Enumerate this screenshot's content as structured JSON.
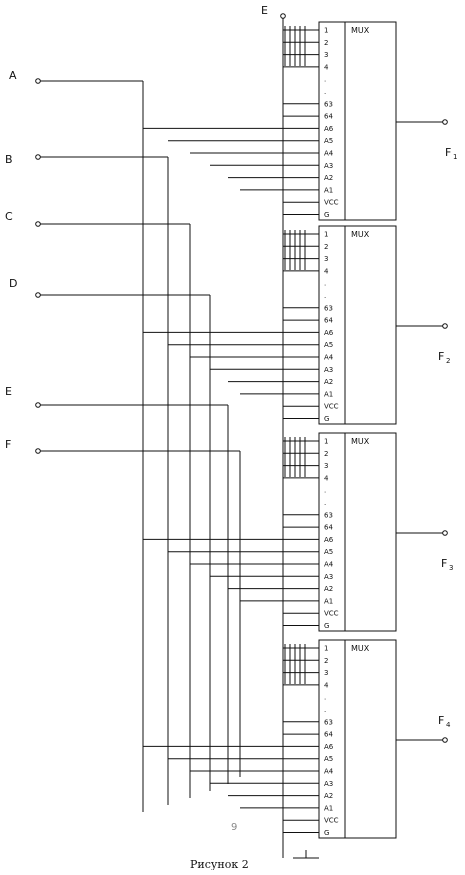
{
  "enable_label": "E",
  "inputs": [
    "A",
    "B",
    "C",
    "D",
    "E",
    "F"
  ],
  "mux_blocks": [
    {
      "title": "MUX",
      "output_main": "F",
      "output_sub": "1"
    },
    {
      "title": "MUX",
      "output_main": "F",
      "output_sub": "2"
    },
    {
      "title": "MUX",
      "output_main": "F",
      "output_sub": "3"
    },
    {
      "title": "MUX",
      "output_main": "F",
      "output_sub": "4"
    }
  ],
  "pins": [
    "1",
    "2",
    "3",
    "4",
    ".",
    ".",
    "63",
    "64",
    "A6",
    "A5",
    "A4",
    "A3",
    "A2",
    "A1",
    "VCC",
    "G"
  ],
  "page_number": "9",
  "caption": "Рисунок 2"
}
